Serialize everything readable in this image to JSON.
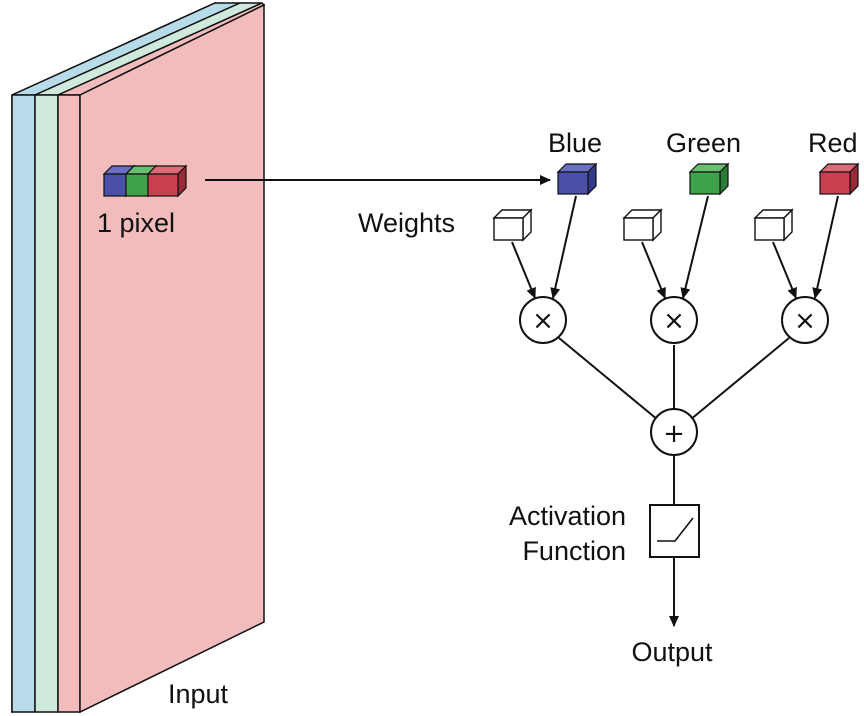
{
  "labels": {
    "input": "Input",
    "pixel": "1 pixel",
    "weights": "Weights",
    "activation_line1": "Activation",
    "activation_line2": "Function",
    "output": "Output"
  },
  "channels": [
    {
      "name": "Blue",
      "color": "#4a4fa8"
    },
    {
      "name": "Green",
      "color": "#3fa24a"
    },
    {
      "name": "Red",
      "color": "#c8404f"
    }
  ],
  "operators": {
    "multiply": "×",
    "add": "+"
  },
  "colors": {
    "input_front": "#f2bcbc",
    "input_layer_green": "#cfe9dd",
    "input_layer_blue": "#b7dbe9",
    "weight_fill": "#ffffff",
    "stroke": "#111111"
  }
}
